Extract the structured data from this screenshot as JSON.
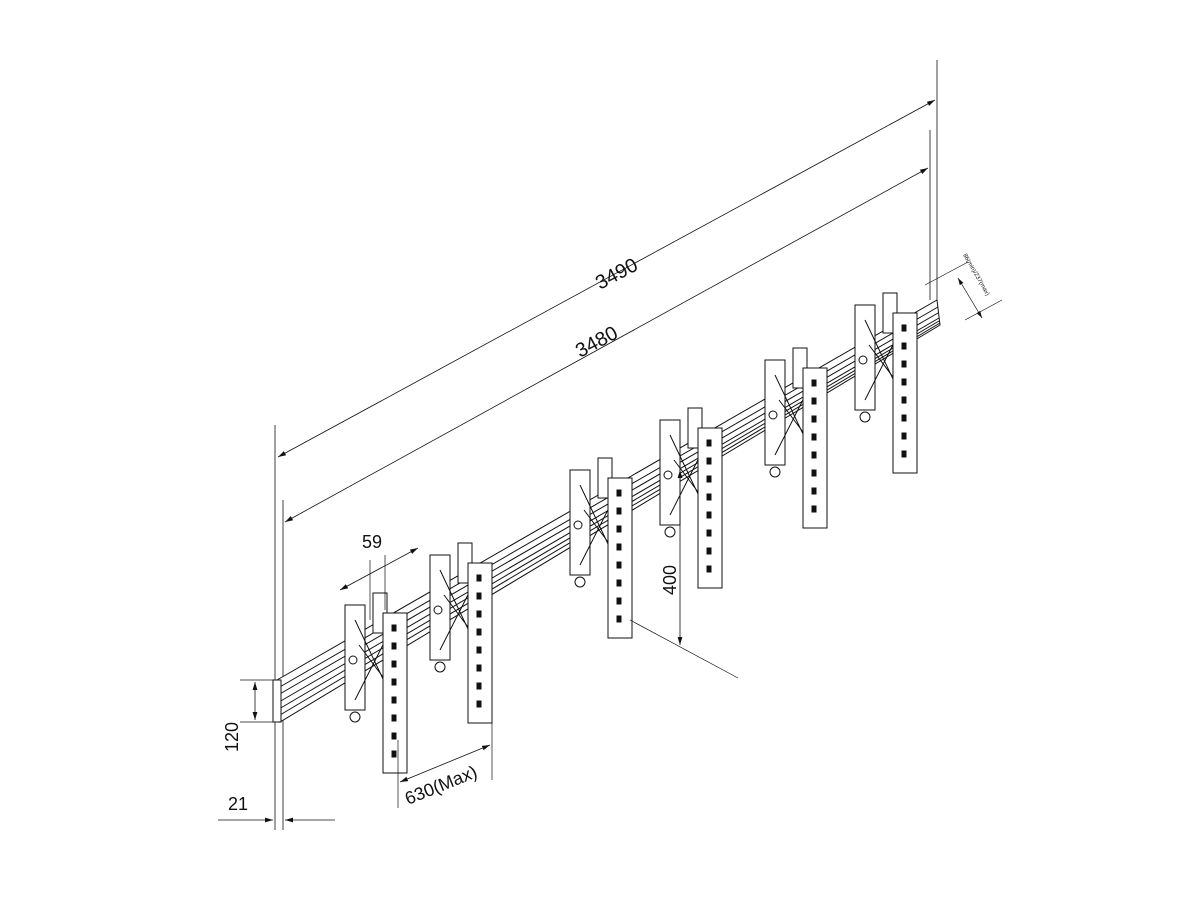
{
  "diagram": {
    "dimensions": {
      "overall_length": "3490",
      "rail_length": "3480",
      "depth_range": "86(min)/237(max)",
      "bracket_width": "59",
      "bracket_height": "400",
      "rail_height": "120",
      "rail_thickness": "21",
      "bracket_spacing": "630(Max)"
    },
    "bracket_count": 6,
    "colors": {
      "line": "#111111",
      "background": "#ffffff"
    }
  }
}
